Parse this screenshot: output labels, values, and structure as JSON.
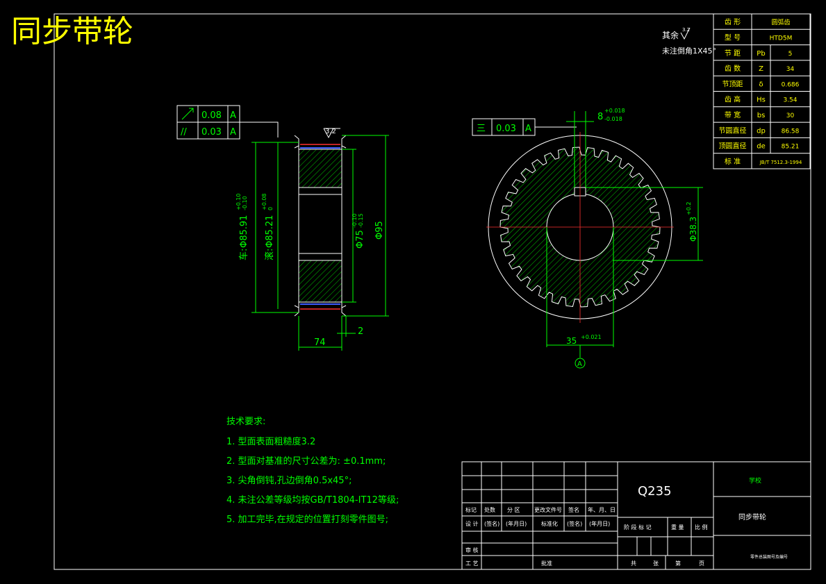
{
  "title": "同步带轮",
  "surface_note": {
    "label": "其余",
    "roughness": "3.2",
    "chamfer": "未注倒角1X45°"
  },
  "side_view": {
    "gdt": [
      {
        "symbol": "↗",
        "value": "0.08",
        "datum": "A"
      },
      {
        "symbol": "//",
        "value": "0.03",
        "datum": "A"
      }
    ],
    "roughness": "3.2",
    "dims": {
      "d1": "Φ85.91",
      "d1_prefix": "车:",
      "d1_tol_up": "+0.10",
      "d1_tol_low": "-0.10",
      "d2": "Φ85.21",
      "d2_prefix": "滚:",
      "d2_tol_up": "+0.08",
      "d2_tol_low": "0",
      "d3": "Φ75",
      "d3_tol_up": "-0.10",
      "d3_tol_low": "-0.15",
      "d4": "Φ95",
      "width": "74",
      "flange": "2"
    }
  },
  "front_view": {
    "gdt": {
      "symbol": "三",
      "value": "0.03",
      "datum": "A"
    },
    "key_width": "8",
    "key_tol_up": "+0.018",
    "key_tol_low": "-0.018",
    "bore": "35",
    "bore_tol": "+0.021",
    "key_depth": "Φ38.3",
    "key_depth_tol": "+0.2",
    "datum": "A"
  },
  "param_table": [
    {
      "name": "齿  形",
      "symbol": "",
      "value": "圆弧齿"
    },
    {
      "name": "型  号",
      "symbol": "",
      "value": "HTD5M"
    },
    {
      "name": "节  距",
      "symbol": "Pb",
      "value": "5"
    },
    {
      "name": "齿  数",
      "symbol": "Z",
      "value": "34"
    },
    {
      "name": "节顶距",
      "symbol": "δ",
      "value": "0.686"
    },
    {
      "name": "齿  高",
      "symbol": "Hs",
      "value": "3.54"
    },
    {
      "name": "带  宽",
      "symbol": "bs",
      "value": "30"
    },
    {
      "name": "节圆直径",
      "symbol": "dp",
      "value": "86.58"
    },
    {
      "name": "顶圆直径",
      "symbol": "de",
      "value": "85.21"
    },
    {
      "name": "标  准",
      "symbol": "",
      "value": "JB/T 7512.3-1994"
    }
  ],
  "tech_req": {
    "heading": "技术要求:",
    "items": [
      "1. 型面表面粗糙度3.2",
      "2. 型面对基准的尺寸公差为: ±0.1mm;",
      "3. 尖角倒钝,孔边倒角0.5x45°;",
      "4. 未注公差等级均按GB/T1804-IT12等级;",
      "5. 加工完毕,在规定的位置打刻零件图号;"
    ]
  },
  "title_block": {
    "material": "Q235",
    "school": "学校",
    "part_name": "同步带轮",
    "drawing_no": "零件总装图号及编号",
    "labels": {
      "biaoji": "标记",
      "chushu": "处数",
      "fenqu": "分 区",
      "gengai": "更改文件号",
      "qianming": "签名",
      "nianyueri": "年、月、日",
      "sheji": "设 计",
      "qianming2": "(签名)",
      "nianyueri2": "(年月日)",
      "biaozhunhua": "标准化",
      "qianming3": "(签名)",
      "nianyueri3": "(年月日)",
      "shenhe": "审 核",
      "gongyi": "工 艺",
      "pizhun": "批准",
      "jieduan": "阶 段 标 记",
      "zhongliang": "重 量",
      "bili": "比 例",
      "gong": "共",
      "zhang": "张",
      "di": "第",
      "ye": "页"
    }
  }
}
